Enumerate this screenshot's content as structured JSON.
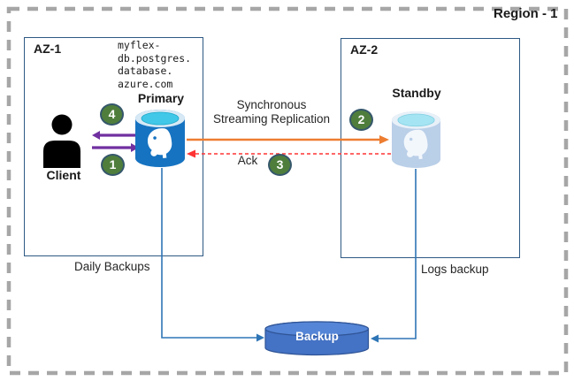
{
  "region": {
    "label": "Region - 1"
  },
  "zones": {
    "az1": {
      "label": "AZ-1"
    },
    "az2": {
      "label": "AZ-2"
    }
  },
  "nodes": {
    "client": {
      "label": "Client"
    },
    "primary": {
      "label": "Primary",
      "hostname": "myflex-\ndb.postgres.\ndatabase.\nazure.com"
    },
    "standby": {
      "label": "Standby"
    },
    "backup": {
      "label": "Backup"
    }
  },
  "edges": {
    "replication": {
      "label": "Synchronous\nStreaming Replication"
    },
    "ack": {
      "label": "Ack"
    },
    "daily_backups": {
      "label": "Daily Backups"
    },
    "logs_backup": {
      "label": "Logs backup"
    }
  },
  "steps": {
    "s1": "1",
    "s2": "2",
    "s3": "3",
    "s4": "4"
  },
  "colors": {
    "primary_db": "#1673C1",
    "standby_db": "#BACFE8",
    "db_top_cyan": "#41C8E8",
    "backup_fill": "#4472C4",
    "backup_border": "#2F5496",
    "step_badge_green": "#4F7E3C",
    "badge_border": "#35576B",
    "client_arrows_purple": "#7030A0",
    "replication_arrow_orange": "#ED7D31",
    "ack_arrow_red": "#FF3333",
    "backup_lines_blue": "#2E75B6",
    "zone_border": "#2E5984",
    "region_dashed_border": "#A6A6A6"
  }
}
